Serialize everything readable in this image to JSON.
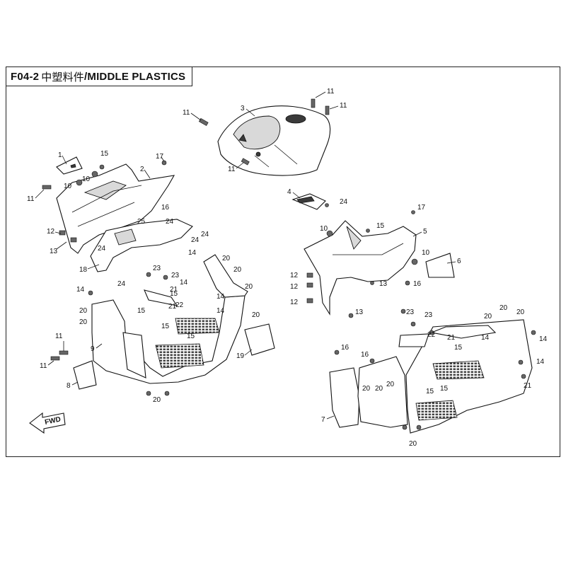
{
  "title": {
    "code": "F04-2",
    "chinese": "中塑料件",
    "english": "/MIDDLE PLASTICS"
  },
  "fwd_label": "FWD",
  "callouts": {
    "c1": "1",
    "c2": "2",
    "c3": "3",
    "c4": "4",
    "c5": "5",
    "c6": "6",
    "c7": "7",
    "c8": "8",
    "c9": "9",
    "c10": "10",
    "c11": "11",
    "c12": "12",
    "c13": "13",
    "c14": "14",
    "c15": "15",
    "c16": "16",
    "c17": "17",
    "c18": "18",
    "c19": "19",
    "c20": "20",
    "c21": "21",
    "c22": "22",
    "c23": "23",
    "c24": "24",
    "c25": "25"
  },
  "colors": {
    "line": "#111111",
    "fill": "#ffffff",
    "shade": "#d9d9d9",
    "dark": "#3a3a3a"
  }
}
